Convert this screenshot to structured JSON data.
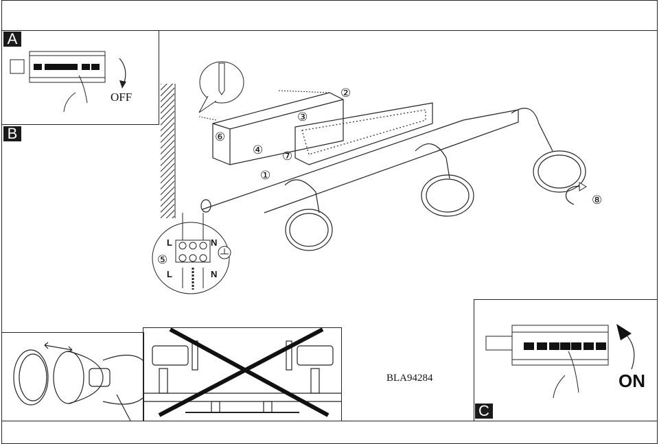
{
  "sections": {
    "a": {
      "label": "A",
      "action": "OFF"
    },
    "b": {
      "label": "B"
    },
    "c": {
      "label": "C",
      "action": "ON"
    }
  },
  "steps": [
    "①",
    "②",
    "③",
    "④",
    "⑤",
    "⑥",
    "⑦",
    "⑧"
  ],
  "wiring": {
    "live_top": "L",
    "neutral_top": "N",
    "live_bottom": "L",
    "neutral_bottom": "N"
  },
  "model_code": "BLA94284",
  "colors": {
    "ink": "#111111",
    "label_bg": "#1a1a1a"
  }
}
